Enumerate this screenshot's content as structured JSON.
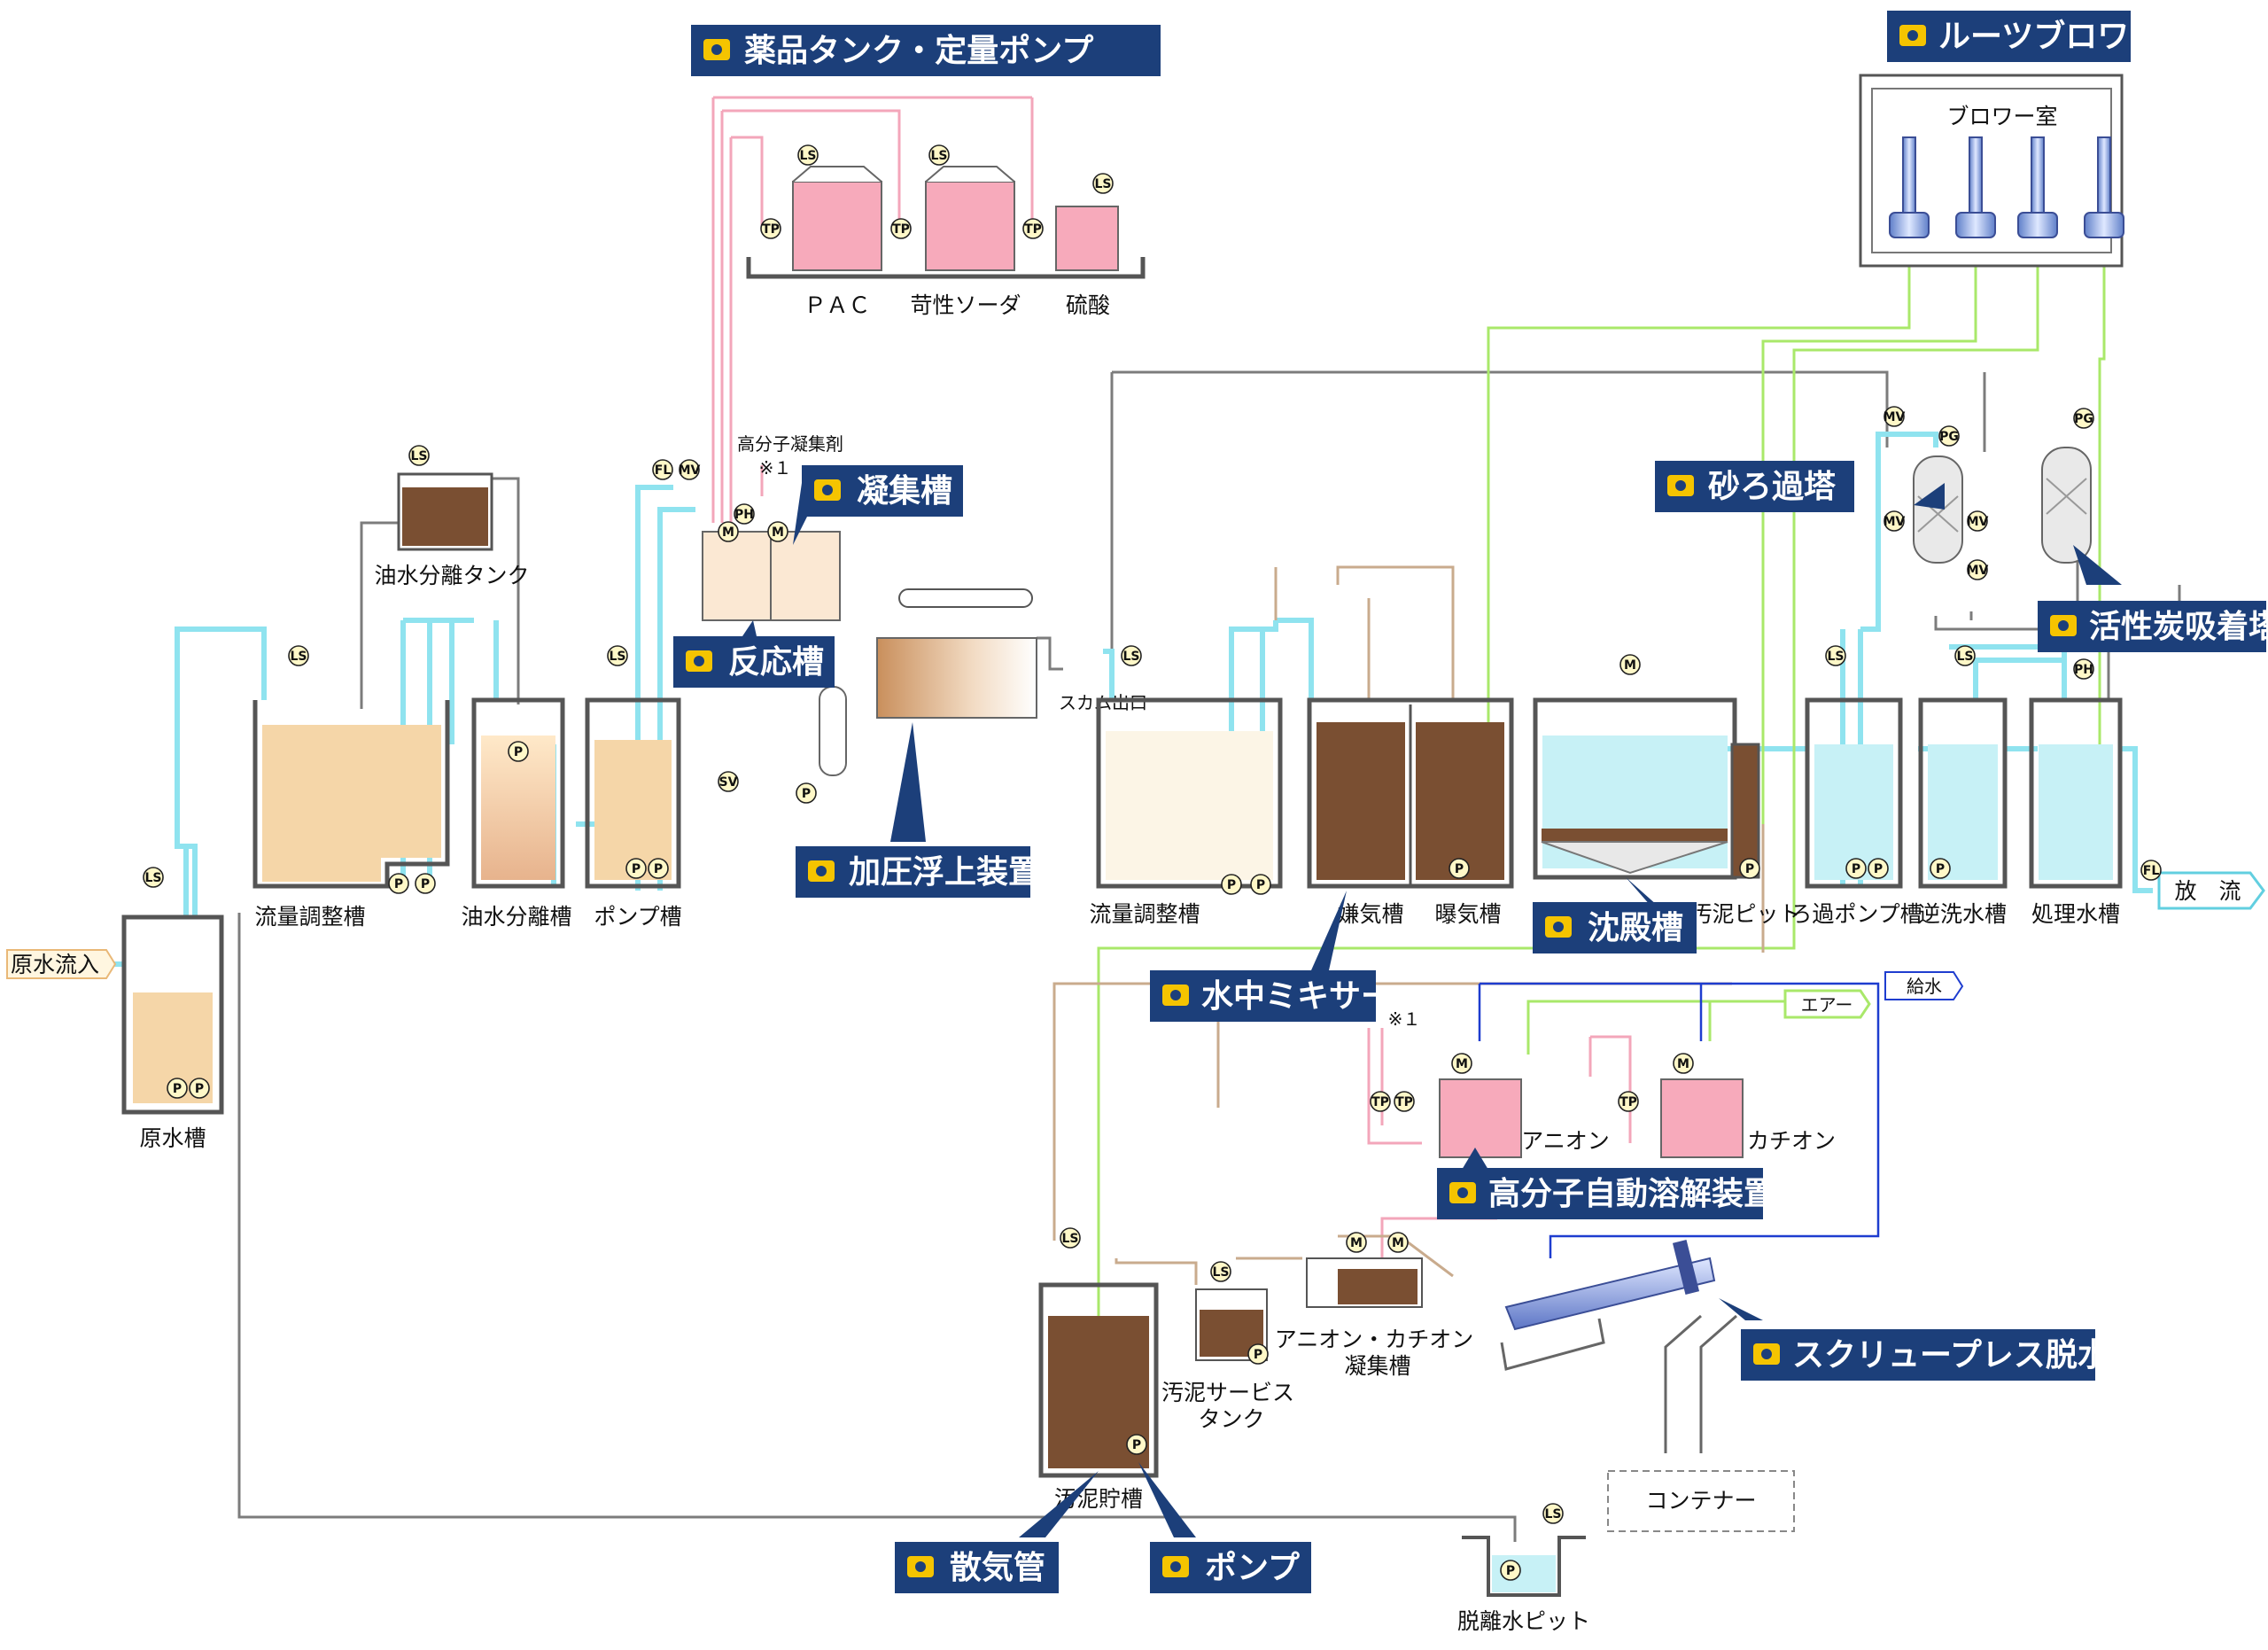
{
  "tanks": {
    "raw_water": "原水槽",
    "flow_adj_1": "流量調整槽",
    "oil_separator": "油水分離槽",
    "pump_tank_1": "ポンプ槽",
    "oil_tank": "油水分離タンク",
    "flow_adj_2": "流量調整槽",
    "anaerobic": "嫌気槽",
    "aeration": "曝気槽",
    "sludge_pit": "汚泥ピット",
    "filter_pump": "ろ過ポンプ槽",
    "backwash": "逆洗水槽",
    "treated": "処理水槽",
    "sludge_storage": "汚泥貯槽",
    "sludge_service": "汚泥サービス\nタンク",
    "anion_cation_coag": "アニオン・カチオン\n凝集槽",
    "dewater_pit": "脱離水ピット",
    "container": "コンテナー",
    "blower_room": "ブロワー室"
  },
  "chem": {
    "pac": "ＰＡＣ",
    "soda": "苛性ソーダ",
    "acid": "硫酸",
    "polymer": "高分子凝集剤",
    "note1": "※１",
    "note1b": "※１",
    "anion": "アニオン",
    "cation": "カチオン"
  },
  "flow": {
    "inflow": "原水流入",
    "discharge": "放　流",
    "scum": "スカム出口",
    "air": "エアー",
    "water_supply": "給水"
  },
  "instruments": {
    "ls": "LS",
    "p": "P",
    "tp": "TP",
    "fl": "FL",
    "mv": "MV",
    "pg": "PG",
    "ph": "PH",
    "m": "M",
    "sv": "SV"
  },
  "callouts": [
    {
      "id": "chem-tank-pump",
      "label": "薬品タンク・定量ポンプ"
    },
    {
      "id": "roots-blower",
      "label": "ルーツブロワ"
    },
    {
      "id": "coag-tank",
      "label": "凝集槽"
    },
    {
      "id": "reaction-tank",
      "label": "反応槽"
    },
    {
      "id": "daf",
      "label": "加圧浮上装置"
    },
    {
      "id": "sand-filter",
      "label": "砂ろ過塔"
    },
    {
      "id": "activated-carbon",
      "label": "活性炭吸着塔"
    },
    {
      "id": "clarifier",
      "label": "沈殿槽"
    },
    {
      "id": "submersible-mixer",
      "label": "水中ミキサー"
    },
    {
      "id": "polymer-dissolver",
      "label": "高分子自動溶解装置"
    },
    {
      "id": "screw-press",
      "label": "スクリュープレス脱水機"
    },
    {
      "id": "diffuser",
      "label": "散気管"
    },
    {
      "id": "pump",
      "label": "ポンプ"
    }
  ],
  "colors": {
    "callout_bg": "#1c3f7a",
    "camera_icon": "#f5c400",
    "clean_water_pipe": "#8fe3ef",
    "air_pipe": "#a9e86a",
    "chem_pipe": "#f3a6ba",
    "sludge_pipe": "#c9ab8d",
    "drain_pipe": "#7c7c7c",
    "supply_water_pipe": "#1e3dcf",
    "raw_water_fill": "#f5d6a8",
    "sludge_fill": "#7a4f32",
    "clear_water_fill": "#c7f1f6",
    "chem_fill": "#f7aabb"
  }
}
